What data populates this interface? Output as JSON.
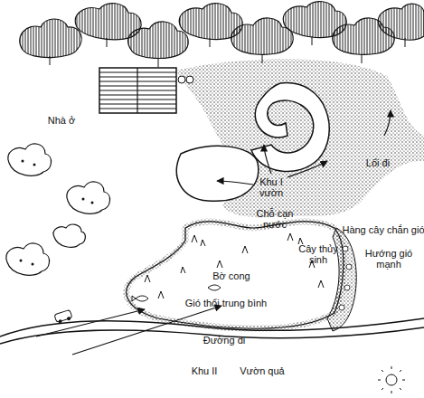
{
  "diagram": {
    "labels": [
      "Nhà ở",
      "Lối đi",
      "Khu I vườn",
      "Chỗ cạn nước",
      "Hàng cây chắn gió",
      "Cây thủy sinh",
      "Hướng gió mạnh",
      "Bờ cong",
      "Gió thổi trung bình",
      "Đường đi",
      "Khu II",
      "Vườn quả"
    ]
  }
}
